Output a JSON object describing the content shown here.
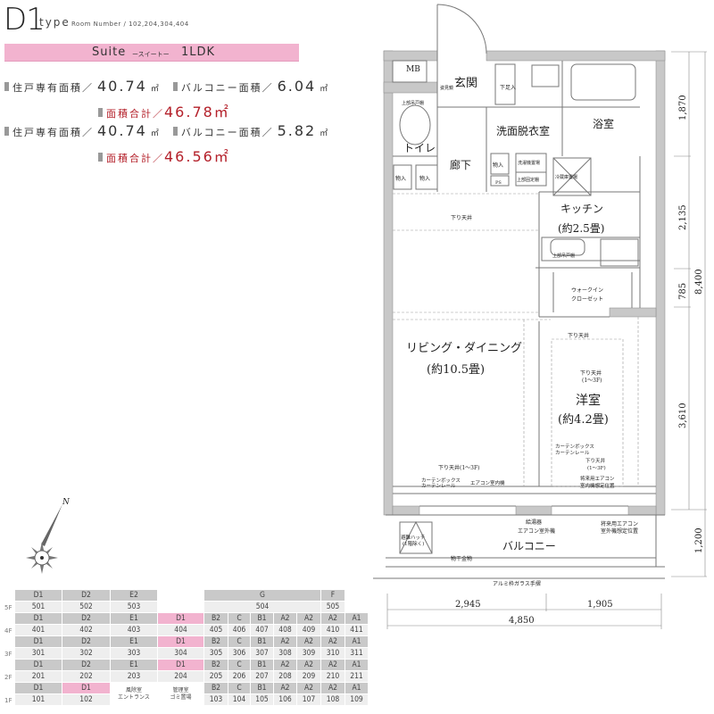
{
  "header": {
    "unit_type": "D1",
    "type_label": "type",
    "room_numbers": "Room Number / 102,204,304,404"
  },
  "suite_bar": {
    "name": "Suite",
    "kana": "ースイートー",
    "layout": "1LDK",
    "color": "#f2b3cf"
  },
  "areas": [
    {
      "private_label": "住戸専有面積／",
      "private_value": "40.74",
      "balcony_label": "バルコニー面積／",
      "balcony_value": "6.04",
      "unit": "㎡",
      "total_label": "面積合計／",
      "total_value": "46.78㎡"
    },
    {
      "private_label": "住戸専有面積／",
      "private_value": "40.74",
      "balcony_label": "バルコニー面積／",
      "balcony_value": "5.82",
      "unit": "㎡",
      "total_label": "面積合計／",
      "total_value": "46.56㎡"
    }
  ],
  "plan": {
    "mb": "MB",
    "genkan": "玄関",
    "shoe": "下足入",
    "mirror": "姿見鏡",
    "toilet": "トイレ",
    "toilet_shelf": "上部吊戸棚",
    "hall": "廊下",
    "storage": "物入",
    "washroom": "洗面脱衣室",
    "bath": "浴室",
    "washer": "洗濯機置場",
    "upper_shelf_fixed": "上部固定棚",
    "ps": "PS",
    "fridge": "冷蔵庫置場",
    "kitchen": "キッチン",
    "kitchen_size": "(約2.5畳)",
    "dropped_ceiling": "下り天井",
    "dropped_ceiling_13": "下り天井(1〜3F)",
    "dropped_13_short": "(1〜3F)",
    "upper_hanging": "上部吊戸棚",
    "wic_1": "ウォークイン",
    "wic_2": "クローゼット",
    "ld": "リビング・ダイニング",
    "ld_size": "(約10.5畳)",
    "western": "洋室",
    "western_size": "(約4.2畳)",
    "curtain_box": "カーテンボックス",
    "curtain_rail": "カーテンレール",
    "ac_indoor": "エアコン室内機",
    "future_ac_1": "将来用エアコン",
    "future_ac_2": "室内機想定位置",
    "water_heater": "給湯器",
    "ac_outdoor": "エアコン室外機",
    "future_out_1": "将来用エアコン",
    "future_out_2": "室外機想定位置",
    "hatch_1": "避難ハッチ",
    "hatch_2": "(1階除く)",
    "balcony": "バルコニー",
    "drying": "物干金物",
    "railing": "アルミ枠ガラス手摺"
  },
  "dimensions": {
    "bottom": [
      "2,945",
      "1,905",
      "4,850"
    ],
    "right": [
      "1,870",
      "2,135",
      "785",
      "3,610",
      "1,200",
      "8,400"
    ]
  },
  "compass": {
    "label": "N"
  },
  "key_plan": {
    "floors": [
      {
        "floor": "5F",
        "labels": [
          {
            "t": "D1",
            "s": 2
          },
          {
            "t": "D2",
            "s": 2
          },
          {
            "t": "E2",
            "s": 2
          },
          {
            "t": "",
            "s": 4,
            "blank": true
          },
          {
            "t": "G",
            "s": 5
          },
          {
            "t": "F",
            "s": 2
          }
        ],
        "numbers": [
          {
            "t": "501",
            "s": 2
          },
          {
            "t": "502",
            "s": 2
          },
          {
            "t": "503",
            "s": 2
          },
          {
            "t": "",
            "s": 4,
            "blank": true
          },
          {
            "t": "504",
            "s": 5
          },
          {
            "t": "505",
            "s": 2
          }
        ]
      },
      {
        "floor": "4F",
        "labels": [
          "D1",
          "D2",
          "E1",
          {
            "t": "D1",
            "pink": true
          },
          "B2",
          "C",
          "B1",
          "A2",
          "A2",
          "A2",
          "A1"
        ],
        "numbers": [
          "401",
          "402",
          "403",
          "404",
          "405",
          "406",
          "407",
          "408",
          "409",
          "410",
          "411"
        ]
      },
      {
        "floor": "3F",
        "labels": [
          "D1",
          "D2",
          "E1",
          {
            "t": "D1",
            "pink": true
          },
          "B2",
          "C",
          "B1",
          "A2",
          "A2",
          "A2",
          "A1"
        ],
        "numbers": [
          "301",
          "302",
          "303",
          "304",
          "305",
          "306",
          "307",
          "308",
          "309",
          "310",
          "311"
        ]
      },
      {
        "floor": "2F",
        "labels": [
          "D1",
          "D2",
          "E1",
          {
            "t": "D1",
            "pink": true
          },
          "B2",
          "C",
          "B1",
          "A2",
          "A2",
          "A2",
          "A1"
        ],
        "numbers": [
          "201",
          "202",
          "203",
          "204",
          "205",
          "206",
          "207",
          "208",
          "209",
          "210",
          "211"
        ]
      },
      {
        "floor": "1F",
        "labels": [
          "D1",
          {
            "t": "D1",
            "pink": true
          },
          {
            "t": "風除室\nエントランス",
            "common": true
          },
          {
            "t": "管理室\nゴミ置場",
            "common": true
          },
          "B2",
          "C",
          "B1",
          "A2",
          "A2",
          "A2",
          "A1"
        ],
        "numbers": [
          "101",
          "102",
          {
            "skip": true
          },
          {
            "skip": true
          },
          "103",
          "104",
          "105",
          "106",
          "107",
          "108",
          "109"
        ]
      }
    ]
  }
}
